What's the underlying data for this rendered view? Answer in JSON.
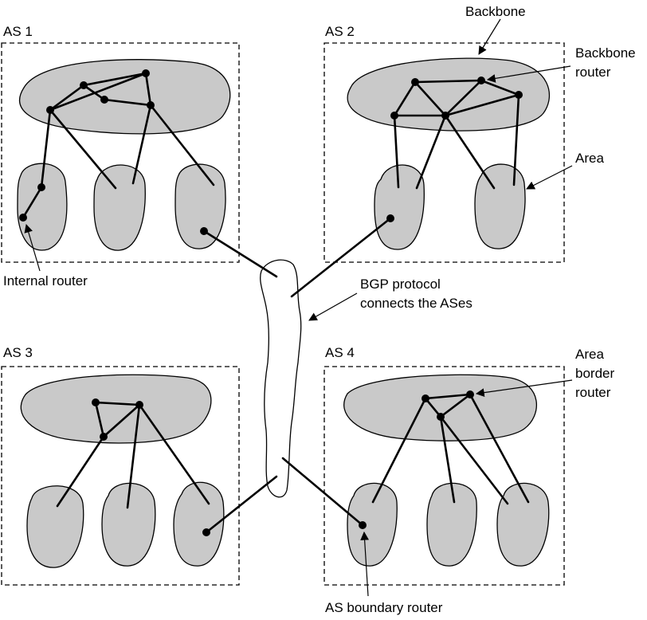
{
  "labels": {
    "as1": "AS 1",
    "as2": "AS 2",
    "as3": "AS 3",
    "as4": "AS 4",
    "backbone": "Backbone",
    "backbone_router_line1": "Backbone",
    "backbone_router_line2": "router",
    "area": "Area",
    "internal_router": "Internal router",
    "bgp_line1": "BGP protocol",
    "bgp_line2": "connects the ASes",
    "area_border_router_line1": "Area",
    "area_border_router_line2": "border",
    "area_border_router_line3": "router",
    "as_boundary_router": "AS boundary router"
  },
  "colors": {
    "area_fill": "#c9c9c9",
    "line": "#000000",
    "background": "#ffffff"
  }
}
